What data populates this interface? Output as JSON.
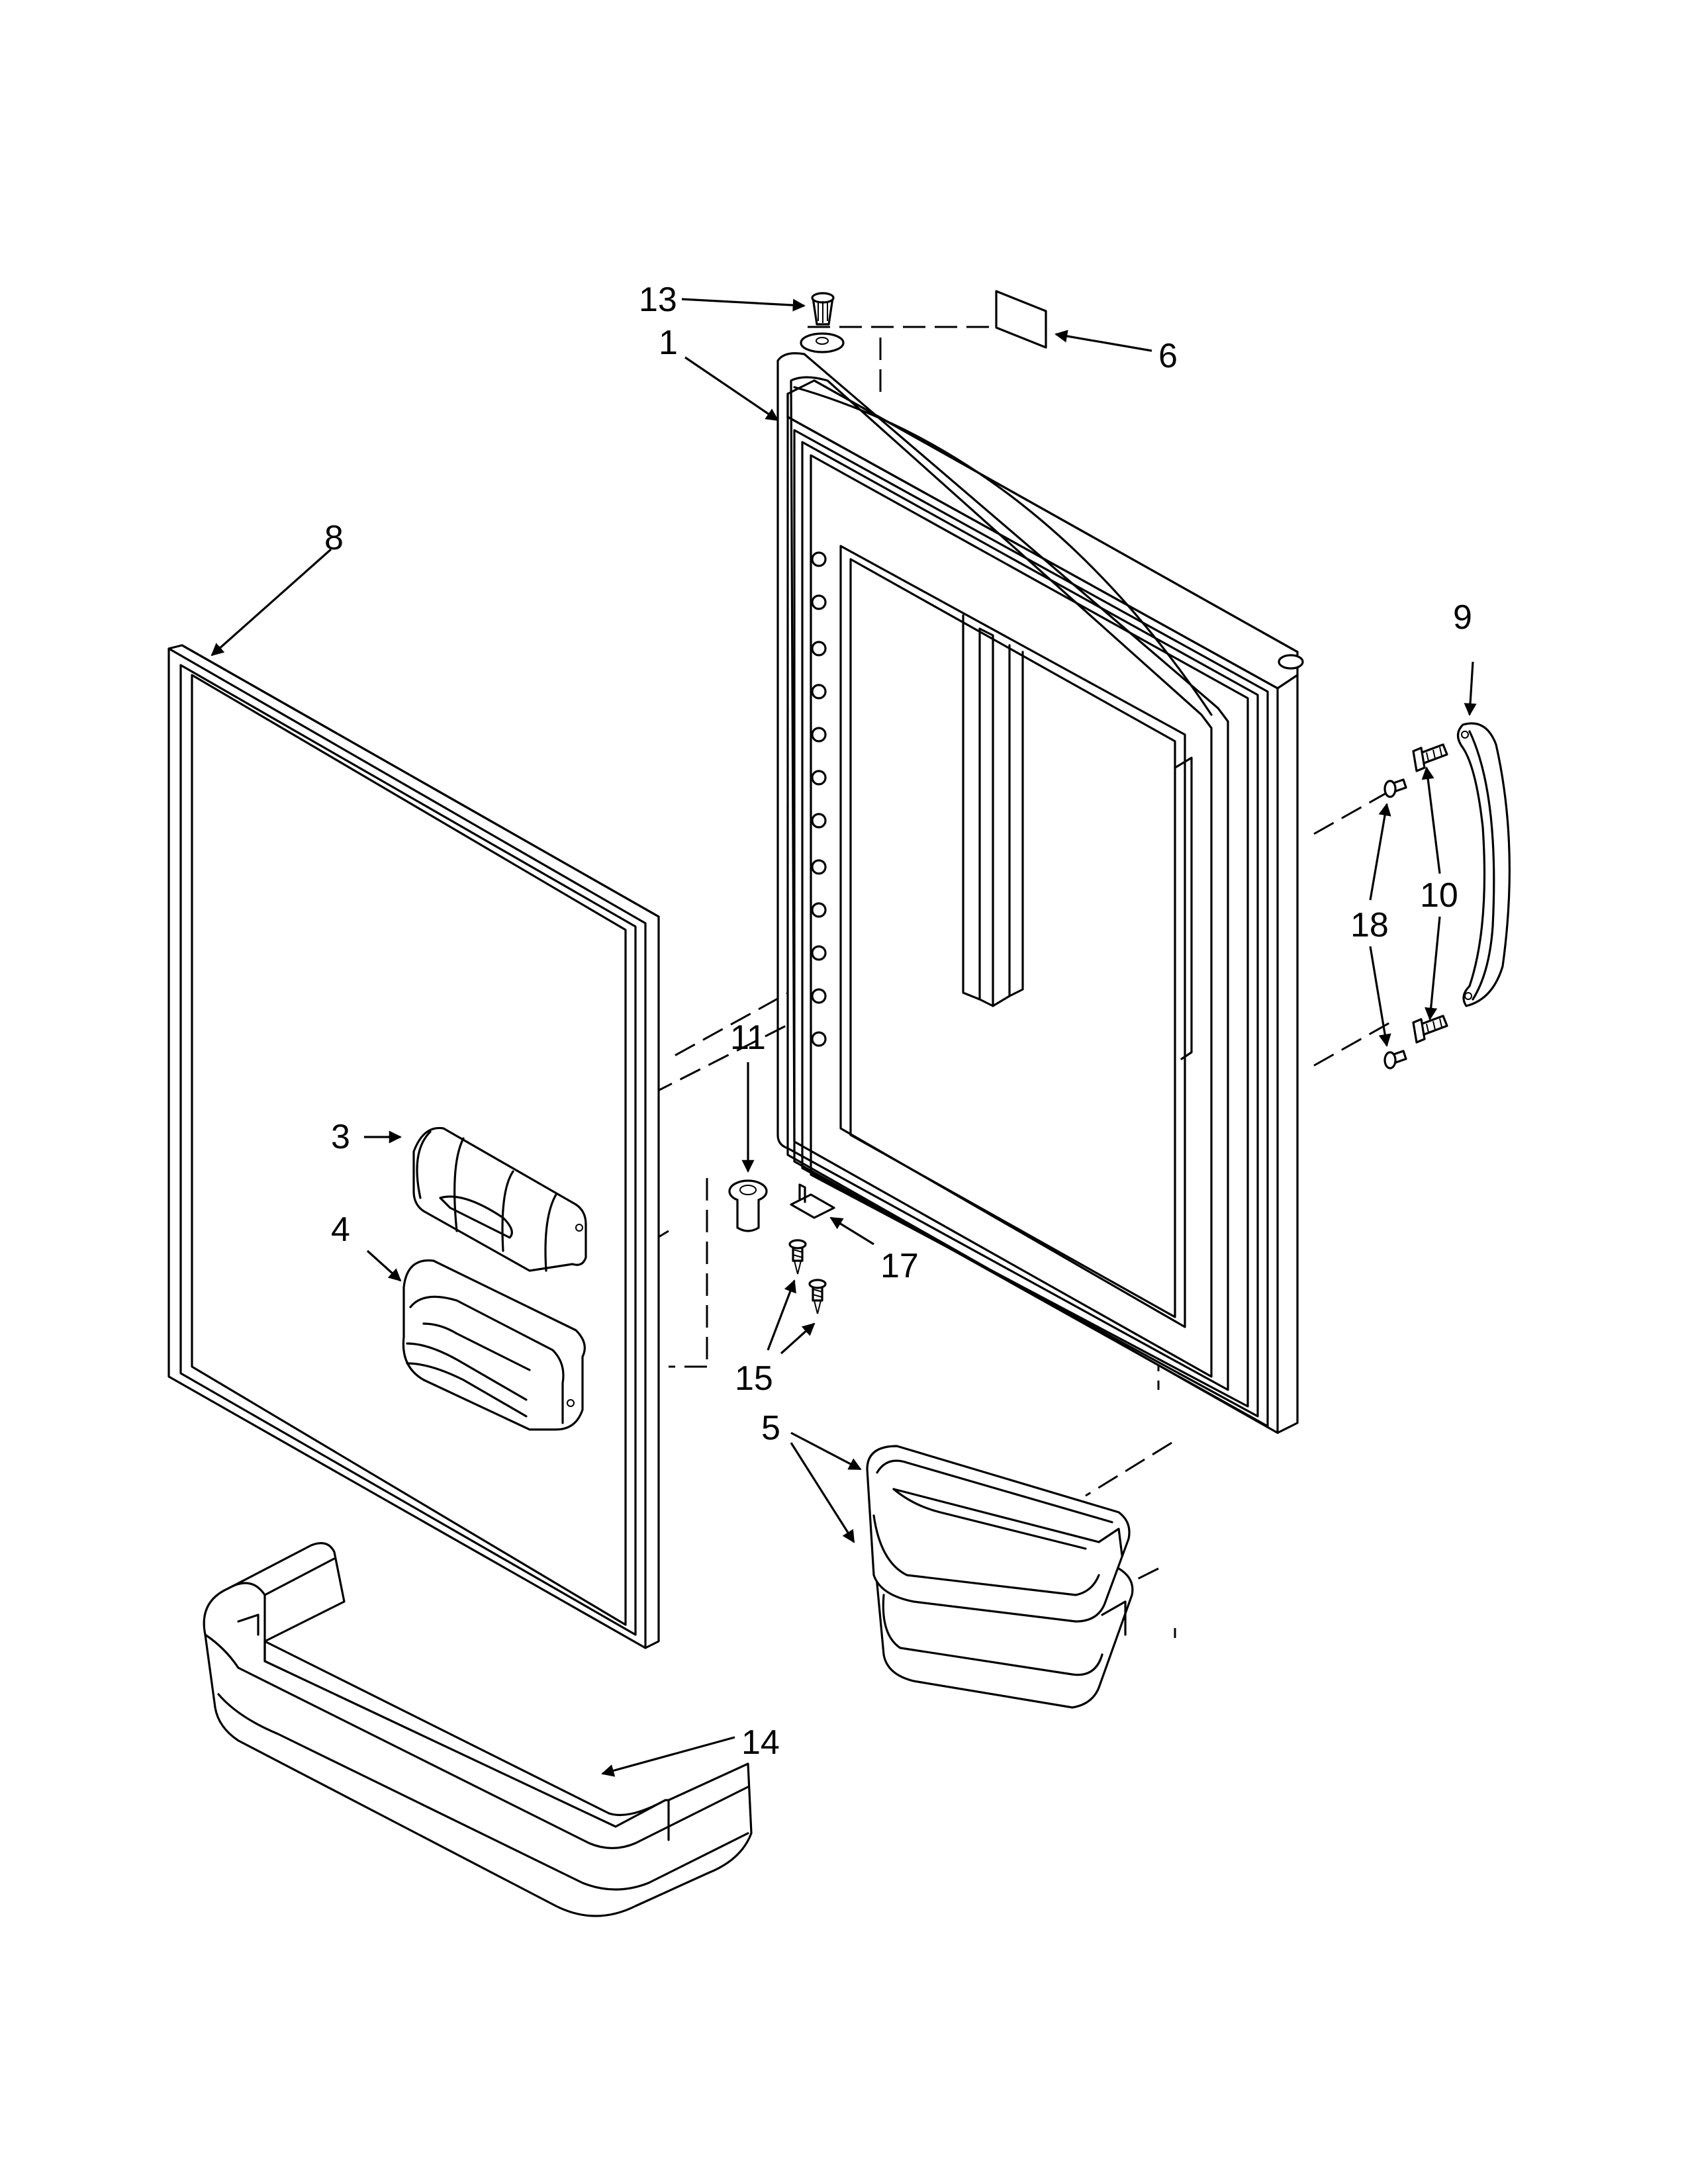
{
  "callouts": {
    "c1": "1",
    "c3": "3",
    "c4": "4",
    "c5": "5",
    "c6": "6",
    "c8": "8",
    "c9": "9",
    "c10": "10",
    "c11": "11",
    "c13": "13",
    "c14": "14",
    "c15": "15",
    "c17": "17",
    "c18": "18"
  }
}
